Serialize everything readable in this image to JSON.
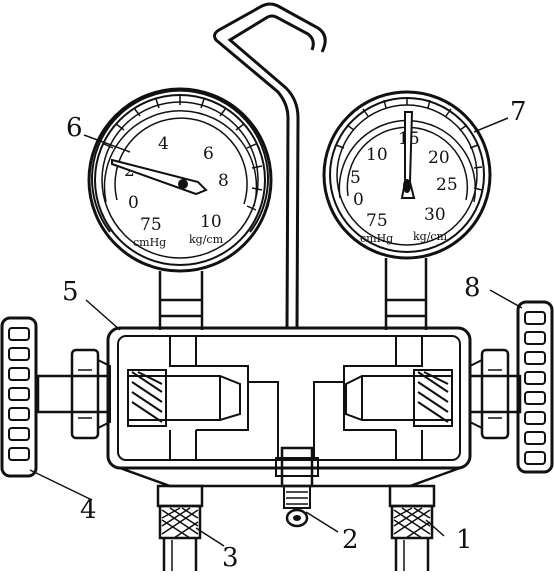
{
  "diagram": {
    "callouts": [
      "1",
      "2",
      "3",
      "4",
      "5",
      "6",
      "7",
      "8"
    ],
    "gauge_low": {
      "scale_labels": [
        "0",
        "2",
        "4",
        "6",
        "8",
        "10"
      ],
      "vacuum_label": "75",
      "vacuum_unit": "cmHg",
      "pressure_unit": "kg/cm"
    },
    "gauge_high": {
      "scale_labels": [
        "0",
        "5",
        "10",
        "15",
        "20",
        "25",
        "30"
      ],
      "vacuum_label": "75",
      "vacuum_unit": "cmHg",
      "pressure_unit": "kg/cm"
    }
  }
}
